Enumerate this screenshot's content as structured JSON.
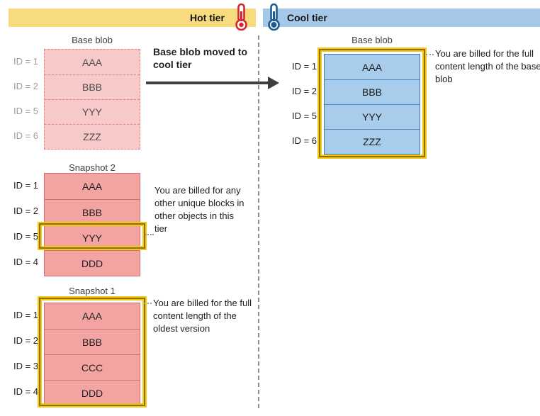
{
  "header": {
    "hot_label": "Hot tier",
    "cool_label": "Cool tier"
  },
  "hot": {
    "base": {
      "title": "Base blob",
      "rows": [
        {
          "id": "ID = 1",
          "block": "AAA"
        },
        {
          "id": "ID = 2",
          "block": "BBB"
        },
        {
          "id": "ID = 5",
          "block": "YYY"
        },
        {
          "id": "ID = 6",
          "block": "ZZZ"
        }
      ]
    },
    "snapshot2": {
      "title": "Snapshot 2",
      "rows": [
        {
          "id": "ID = 1",
          "block": "AAA"
        },
        {
          "id": "ID = 2",
          "block": "BBB"
        },
        {
          "id": "ID = 5",
          "block": "YYY"
        },
        {
          "id": "ID = 4",
          "block": "DDD"
        }
      ],
      "highlighted_row": "ID = 5 / YYY"
    },
    "snapshot1": {
      "title": "Snapshot 1",
      "rows": [
        {
          "id": "ID = 1",
          "block": "AAA"
        },
        {
          "id": "ID = 2",
          "block": "BBB"
        },
        {
          "id": "ID = 3",
          "block": "CCC"
        },
        {
          "id": "ID = 4",
          "block": "DDD"
        }
      ]
    }
  },
  "cool": {
    "base": {
      "title": "Base blob",
      "rows": [
        {
          "id": "ID = 1",
          "block": "AAA"
        },
        {
          "id": "ID = 2",
          "block": "BBB"
        },
        {
          "id": "ID = 5",
          "block": "YYY"
        },
        {
          "id": "ID = 6",
          "block": "ZZZ"
        }
      ]
    }
  },
  "annotations": {
    "move_label": "Base blob moved to cool tier",
    "snapshot2_note": "You are billed for any other unique blocks in other objects in this tier",
    "snapshot1_note": "You are billed for the full content length of the oldest version",
    "cool_base_note": "You are billed for the full content length of the base blob"
  },
  "icons": {
    "hot": "thermometer-hot-icon",
    "cool": "thermometer-cool-icon"
  },
  "colors": {
    "hot_bar": "#f8da7f",
    "cool_bar": "#a6c8e8",
    "hot_base_fill": "#f8c9c9",
    "hot_base_border": "#e9817f",
    "snapshot_fill": "#f4a3a3",
    "snapshot_border": "#d4716f",
    "cool_fill": "#a8ccec",
    "cool_border": "#3c78ad",
    "gold_bright": "#f2c811",
    "gold_dark": "#8f7006",
    "arrow": "#3f3f3f",
    "thermometer_hot": "#d7262c",
    "thermometer_cool": "#1e5c93"
  }
}
